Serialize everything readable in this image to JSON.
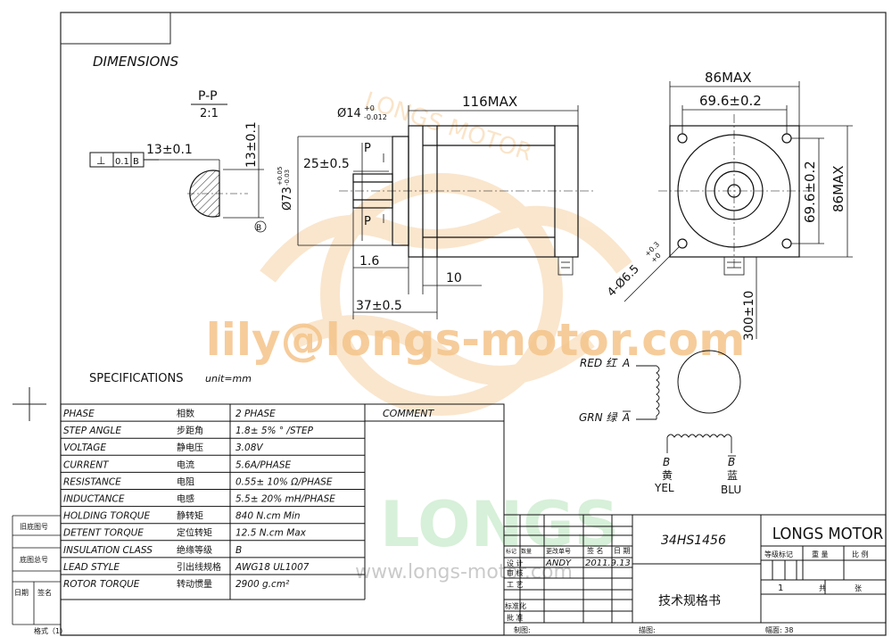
{
  "title": "DIMENSIONS",
  "watermark": {
    "email": "lily@longs-motor.com",
    "brand": "LONGS",
    "url": "www.longs-motor.com",
    "arc_text": "LONGS MOTOR",
    "color": "#f5c48a"
  },
  "section_view": {
    "label": "P-P",
    "scale": "2:1",
    "tolerance_frame": [
      "⊥",
      "0.1",
      "B"
    ],
    "width_dim": "13±0.1",
    "height_dim": "13±0.1",
    "datum": "B"
  },
  "side_view": {
    "length_dim": "116MAX",
    "shaft_dia": "Ø14",
    "shaft_tol_upper": "+0",
    "shaft_tol_lower": "-0.012",
    "keyway_dim": "25±0.5",
    "pilot_dia": "Ø73",
    "pilot_tol_upper": "+0.05",
    "pilot_tol_lower": "-0.03",
    "section_mark": "P",
    "pilot_len": "1.6",
    "flange_dim": "10",
    "shaft_len": "37±0.5"
  },
  "front_view": {
    "overall": "86MAX",
    "hole_spacing": "69.6±0.2",
    "holes": "4-Ø6.5",
    "holes_tol_upper": "+0.3",
    "holes_tol_lower": "+0",
    "lead_len": "300±10"
  },
  "wiring": {
    "red_label": "RED 红",
    "phase_a": "A",
    "grn_label": "GRN 绿",
    "phase_a_bar": "A",
    "phase_b": "B",
    "yellow_cn": "黄",
    "yellow_en": "YEL",
    "phase_b_bar": "B",
    "blue_cn": "蓝",
    "blue_en": "BLU"
  },
  "specs": {
    "heading": "SPECIFICATIONS",
    "unit": "unit=mm",
    "comment_header": "COMMENT",
    "rows": [
      {
        "name": "PHASE",
        "cn": "相数",
        "value": "2  PHASE"
      },
      {
        "name": "STEP ANGLE",
        "cn": "步距角",
        "value": "1.8± 5% ° /STEP"
      },
      {
        "name": "VOLTAGE",
        "cn": "静电压",
        "value": "3.08V"
      },
      {
        "name": "CURRENT",
        "cn": "电流",
        "value": "5.6A/PHASE"
      },
      {
        "name": "RESISTANCE",
        "cn": "电阻",
        "value": "0.55± 10%  Ω/PHASE"
      },
      {
        "name": "INDUCTANCE",
        "cn": "电感",
        "value": "5.5± 20% mH/PHASE"
      },
      {
        "name": "HOLDING TORQUE",
        "cn": "静转矩",
        "value": "840  N.cm Min"
      },
      {
        "name": "DETENT TORQUE",
        "cn": "定位转矩",
        "value": "12.5 N.cm Max"
      },
      {
        "name": "INSULATION CLASS",
        "cn": "绝缘等级",
        "value": "B"
      },
      {
        "name": "LEAD STYLE",
        "cn": "引出线规格",
        "value": "AWG18 UL1007"
      },
      {
        "name": "ROTOR TORQUE",
        "cn": "转动惯量",
        "value": "2900 g.cm²"
      }
    ]
  },
  "left_margin": {
    "old_drawing": "旧底图号",
    "base_drawing": "底图总号",
    "date": "日期",
    "signature": "签名",
    "format": "格式（1）"
  },
  "title_block": {
    "model": "34HS1456",
    "company": "LONGS MOTOR",
    "doc_title": "技术规格书",
    "mark_hdr": "标记",
    "count_hdr": "数量",
    "change_hdr": "更改单号",
    "sign_hdr": "签 名",
    "date_hdr": "日 期",
    "design": "设 计",
    "check": "审 核",
    "craft": "工 艺",
    "standard": "标准化",
    "approve": "批 准",
    "designer": "ANDY",
    "date": "2011.9.13",
    "stage_mark": "等级标记",
    "weight": "重 量",
    "ratio": "比 例",
    "sheet_no": "1",
    "total": "共",
    "sheet": "张",
    "drawn": "制图:",
    "traced": "描图:",
    "sheet_size": "幅面: 38"
  }
}
